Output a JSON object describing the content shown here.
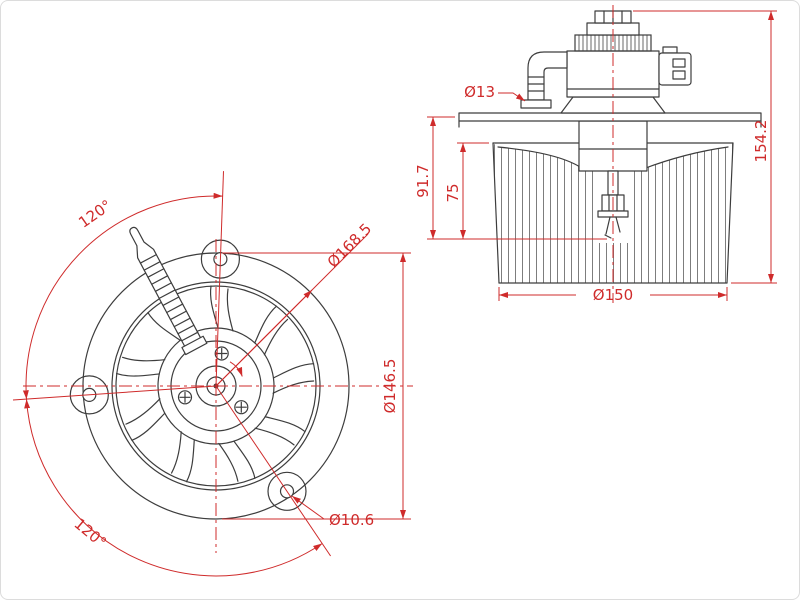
{
  "drawing": {
    "type": "technical-drawing-blower-motor",
    "views": {
      "front": {
        "angle_top": "120°",
        "angle_bottom": "120°",
        "bolt_circle_dia": "Ø168.5",
        "flange_dia": "Ø146.5",
        "hole_dia": "Ø10.6"
      },
      "side": {
        "pipe_dia": "Ø13",
        "plate_to_shaft": "91.7",
        "housing_to_shaft": "75",
        "overall_height": "154.2",
        "fan_dia": "Ø150"
      }
    },
    "colors": {
      "outline": "#3d3d3d",
      "dimension": "#cf2b2b",
      "background": "#ffffff"
    }
  }
}
